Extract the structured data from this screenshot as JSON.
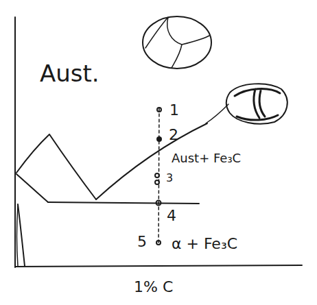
{
  "diagram": {
    "labels": [
      "Aust.",
      "1",
      "2",
      "Aust+ Fe₃C",
      "3",
      "4",
      "5",
      "α + Fe₃C",
      "1% C"
    ]
  }
}
